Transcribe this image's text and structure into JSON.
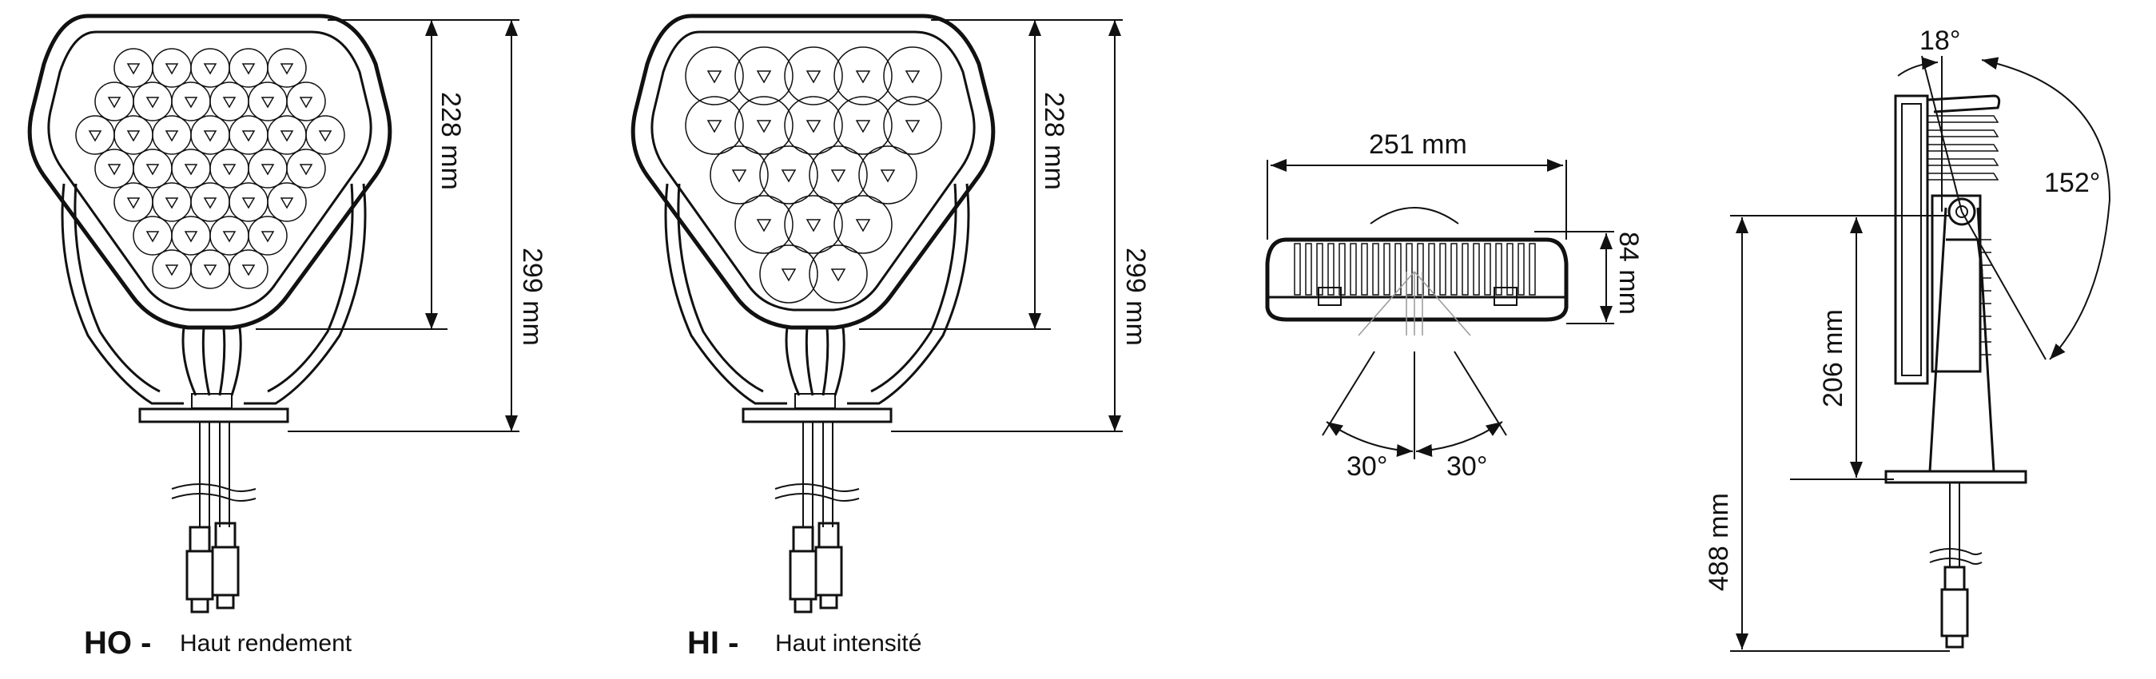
{
  "views": {
    "ho": {
      "prefix": "HO -",
      "label": "Haut rendement",
      "dim_lens_height": "228 mm",
      "dim_total_height": "299 mm"
    },
    "hi": {
      "prefix": "HI -",
      "label": "Haut intensité",
      "dim_lens_height": "228 mm",
      "dim_total_height": "299 mm"
    },
    "top": {
      "dim_width": "251 mm",
      "dim_depth": "84 mm",
      "angle_left": "30°",
      "angle_right": "30°"
    },
    "side": {
      "angle_top": "18°",
      "angle_swing": "152°",
      "dim_mount_height": "206 mm",
      "dim_overall_height": "488 mm"
    }
  },
  "icons": [
    "led-cluster-icon",
    "connector-icon",
    "cable-break-icon"
  ]
}
